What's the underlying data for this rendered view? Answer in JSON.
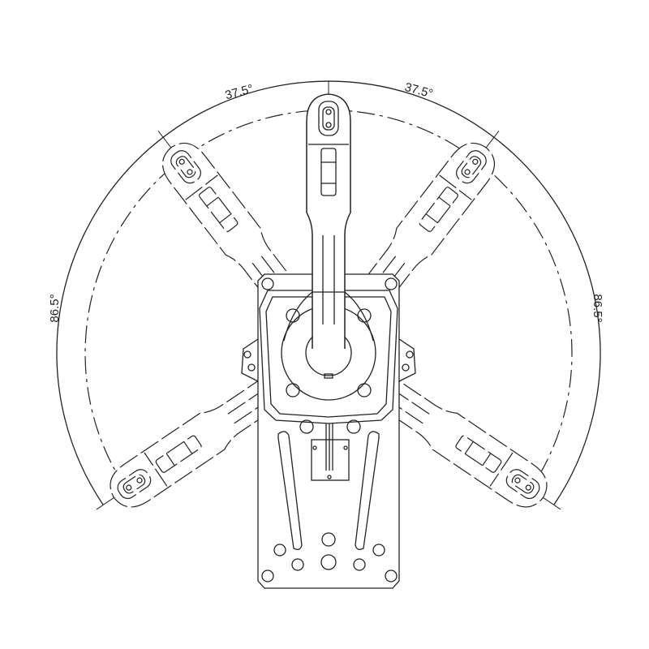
{
  "diagram": {
    "title": "Lever travel range drawing",
    "angles": {
      "upper_left": "37.5°",
      "upper_right": "37.5°",
      "side_left": "86.5°",
      "side_right": "86.5°"
    },
    "lever_positions_deg": [
      -124,
      -37.5,
      0,
      37.5,
      124
    ]
  }
}
